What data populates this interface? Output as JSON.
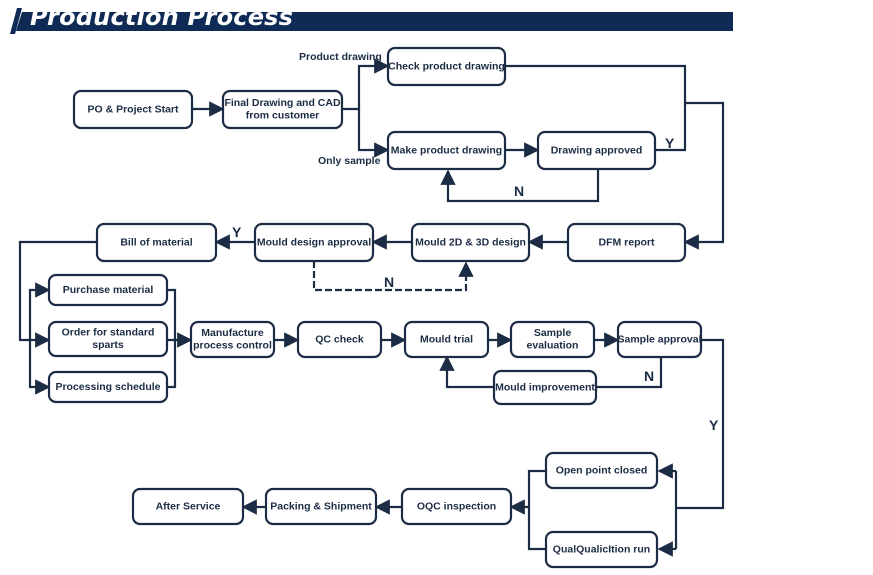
{
  "header": {
    "title": "Production Process",
    "accent_color": "#0f2a55"
  },
  "nodes": {
    "po_start": [
      "PO & Project Start"
    ],
    "final_drawing": [
      "Final Drawing and CAD",
      "from customer"
    ],
    "check_drawing": [
      "Check product drawing"
    ],
    "make_drawing": [
      "Make product drawing"
    ],
    "drawing_approved": [
      "Drawing approved"
    ],
    "dfm_report": [
      "DFM report"
    ],
    "mould_design": [
      "Mould 2D & 3D design"
    ],
    "mould_approval": [
      "Mould design approval"
    ],
    "bom": [
      "Bill of material"
    ],
    "purchase_material": [
      "Purchase material"
    ],
    "order_standard": [
      "Order for standard",
      "sparts"
    ],
    "processing_schedule": [
      "Processing schedule"
    ],
    "manufacture_control": [
      "Manufacture",
      "process control"
    ],
    "qc_check": [
      "QC check"
    ],
    "mould_trial": [
      "Mould trial"
    ],
    "sample_evaluation": [
      "Sample",
      "evaluation"
    ],
    "sample_approval": [
      "Sample approval"
    ],
    "mould_improvement": [
      "Mould improvement"
    ],
    "open_point": [
      "Open point closed"
    ],
    "qualification_run": [
      "QualQualicItion run"
    ],
    "oqc_inspection": [
      "OQC inspection"
    ],
    "packing_shipment": [
      "Packing & Shipment"
    ],
    "after_service": [
      "After Service"
    ]
  },
  "labels": {
    "product_drawing": "Product drawing",
    "only_sample": "Only sample",
    "yes_drawing": "Y",
    "no_drawing": "N",
    "yes_mould": "Y",
    "no_mould": "N",
    "no_sample": "N",
    "yes_sample": "Y"
  }
}
